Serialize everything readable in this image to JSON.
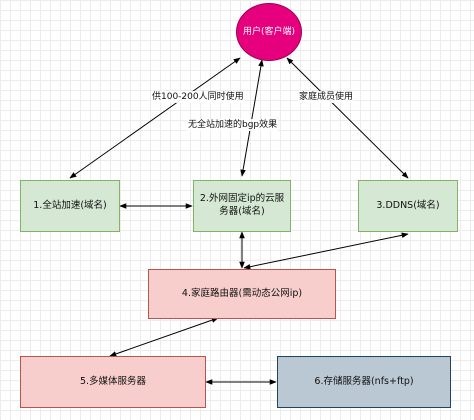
{
  "nodes": {
    "user": "用户(客户端)",
    "cdn": "1.全站加速(域名)",
    "cloud": "2.外网固定ip的云服务器(域名)",
    "ddns": "3.DDNS(域名)",
    "router": "4.家庭路由器(需动态公网ip)",
    "media": "5.多媒体服务器",
    "storage": "6.存储服务器(nfs+ftp)"
  },
  "edges": {
    "user_cdn": "供100-200人同时使用",
    "user_cloud": "无全站加速的bgp效果",
    "user_ddns": "家庭成员使用"
  },
  "colors": {
    "user": "#e6007e",
    "green": "#d5e8d4",
    "red": "#f8cecc",
    "blue": "#bac8d3",
    "line": "#000000"
  }
}
